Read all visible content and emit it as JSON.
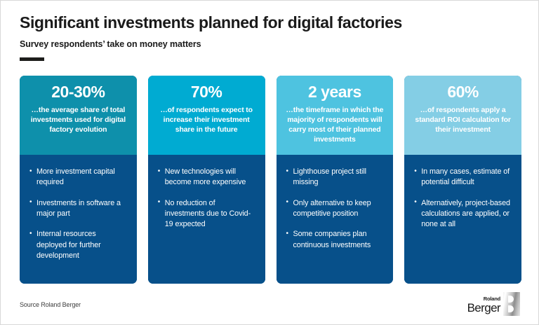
{
  "header": {
    "title": "Significant investments planned for digital factories",
    "subtitle": "Survey respondents’ take on money matters"
  },
  "colors": {
    "card_head_1": "#0e90ab",
    "card_head_2": "#00abd2",
    "card_head_3": "#4ec3e0",
    "card_head_4": "#84cee5",
    "card_body": "#07508a",
    "accent_rule": "#1d1d1b",
    "text_dark": "#1a1a1a"
  },
  "cards": [
    {
      "stat": "20-30%",
      "description": "…the average share of total investments used for digital factory evolution",
      "head_color": "#0e90ab",
      "bullets": [
        "More investment capital required",
        "Investments in software a major part",
        "Internal resources deployed for further development"
      ]
    },
    {
      "stat": "70%",
      "description": "…of respondents expect to increase their investment share in the future",
      "head_color": "#00abd2",
      "bullets": [
        "New technologies will become more expensive",
        "No reduction of investments due to Covid-19 expected"
      ]
    },
    {
      "stat": "2 years",
      "description": "…the timeframe in which the majority of respondents will carry most of their planned investments",
      "head_color": "#4ec3e0",
      "bullets": [
        "Lighthouse project still missing",
        "Only alternative to keep competitive position",
        "Some companies plan continuous investments"
      ]
    },
    {
      "stat": "60%",
      "description": "…of respondents apply a standard ROI calculation for their investment",
      "head_color": "#84cee5",
      "bullets": [
        "In many cases, estimate of potential difficult",
        "Alternatively, project-based calculations are applied, or none at all"
      ]
    }
  ],
  "footer": {
    "source": "Source Roland Berger",
    "logo_top": "Roland",
    "logo_bottom": "Berger"
  }
}
